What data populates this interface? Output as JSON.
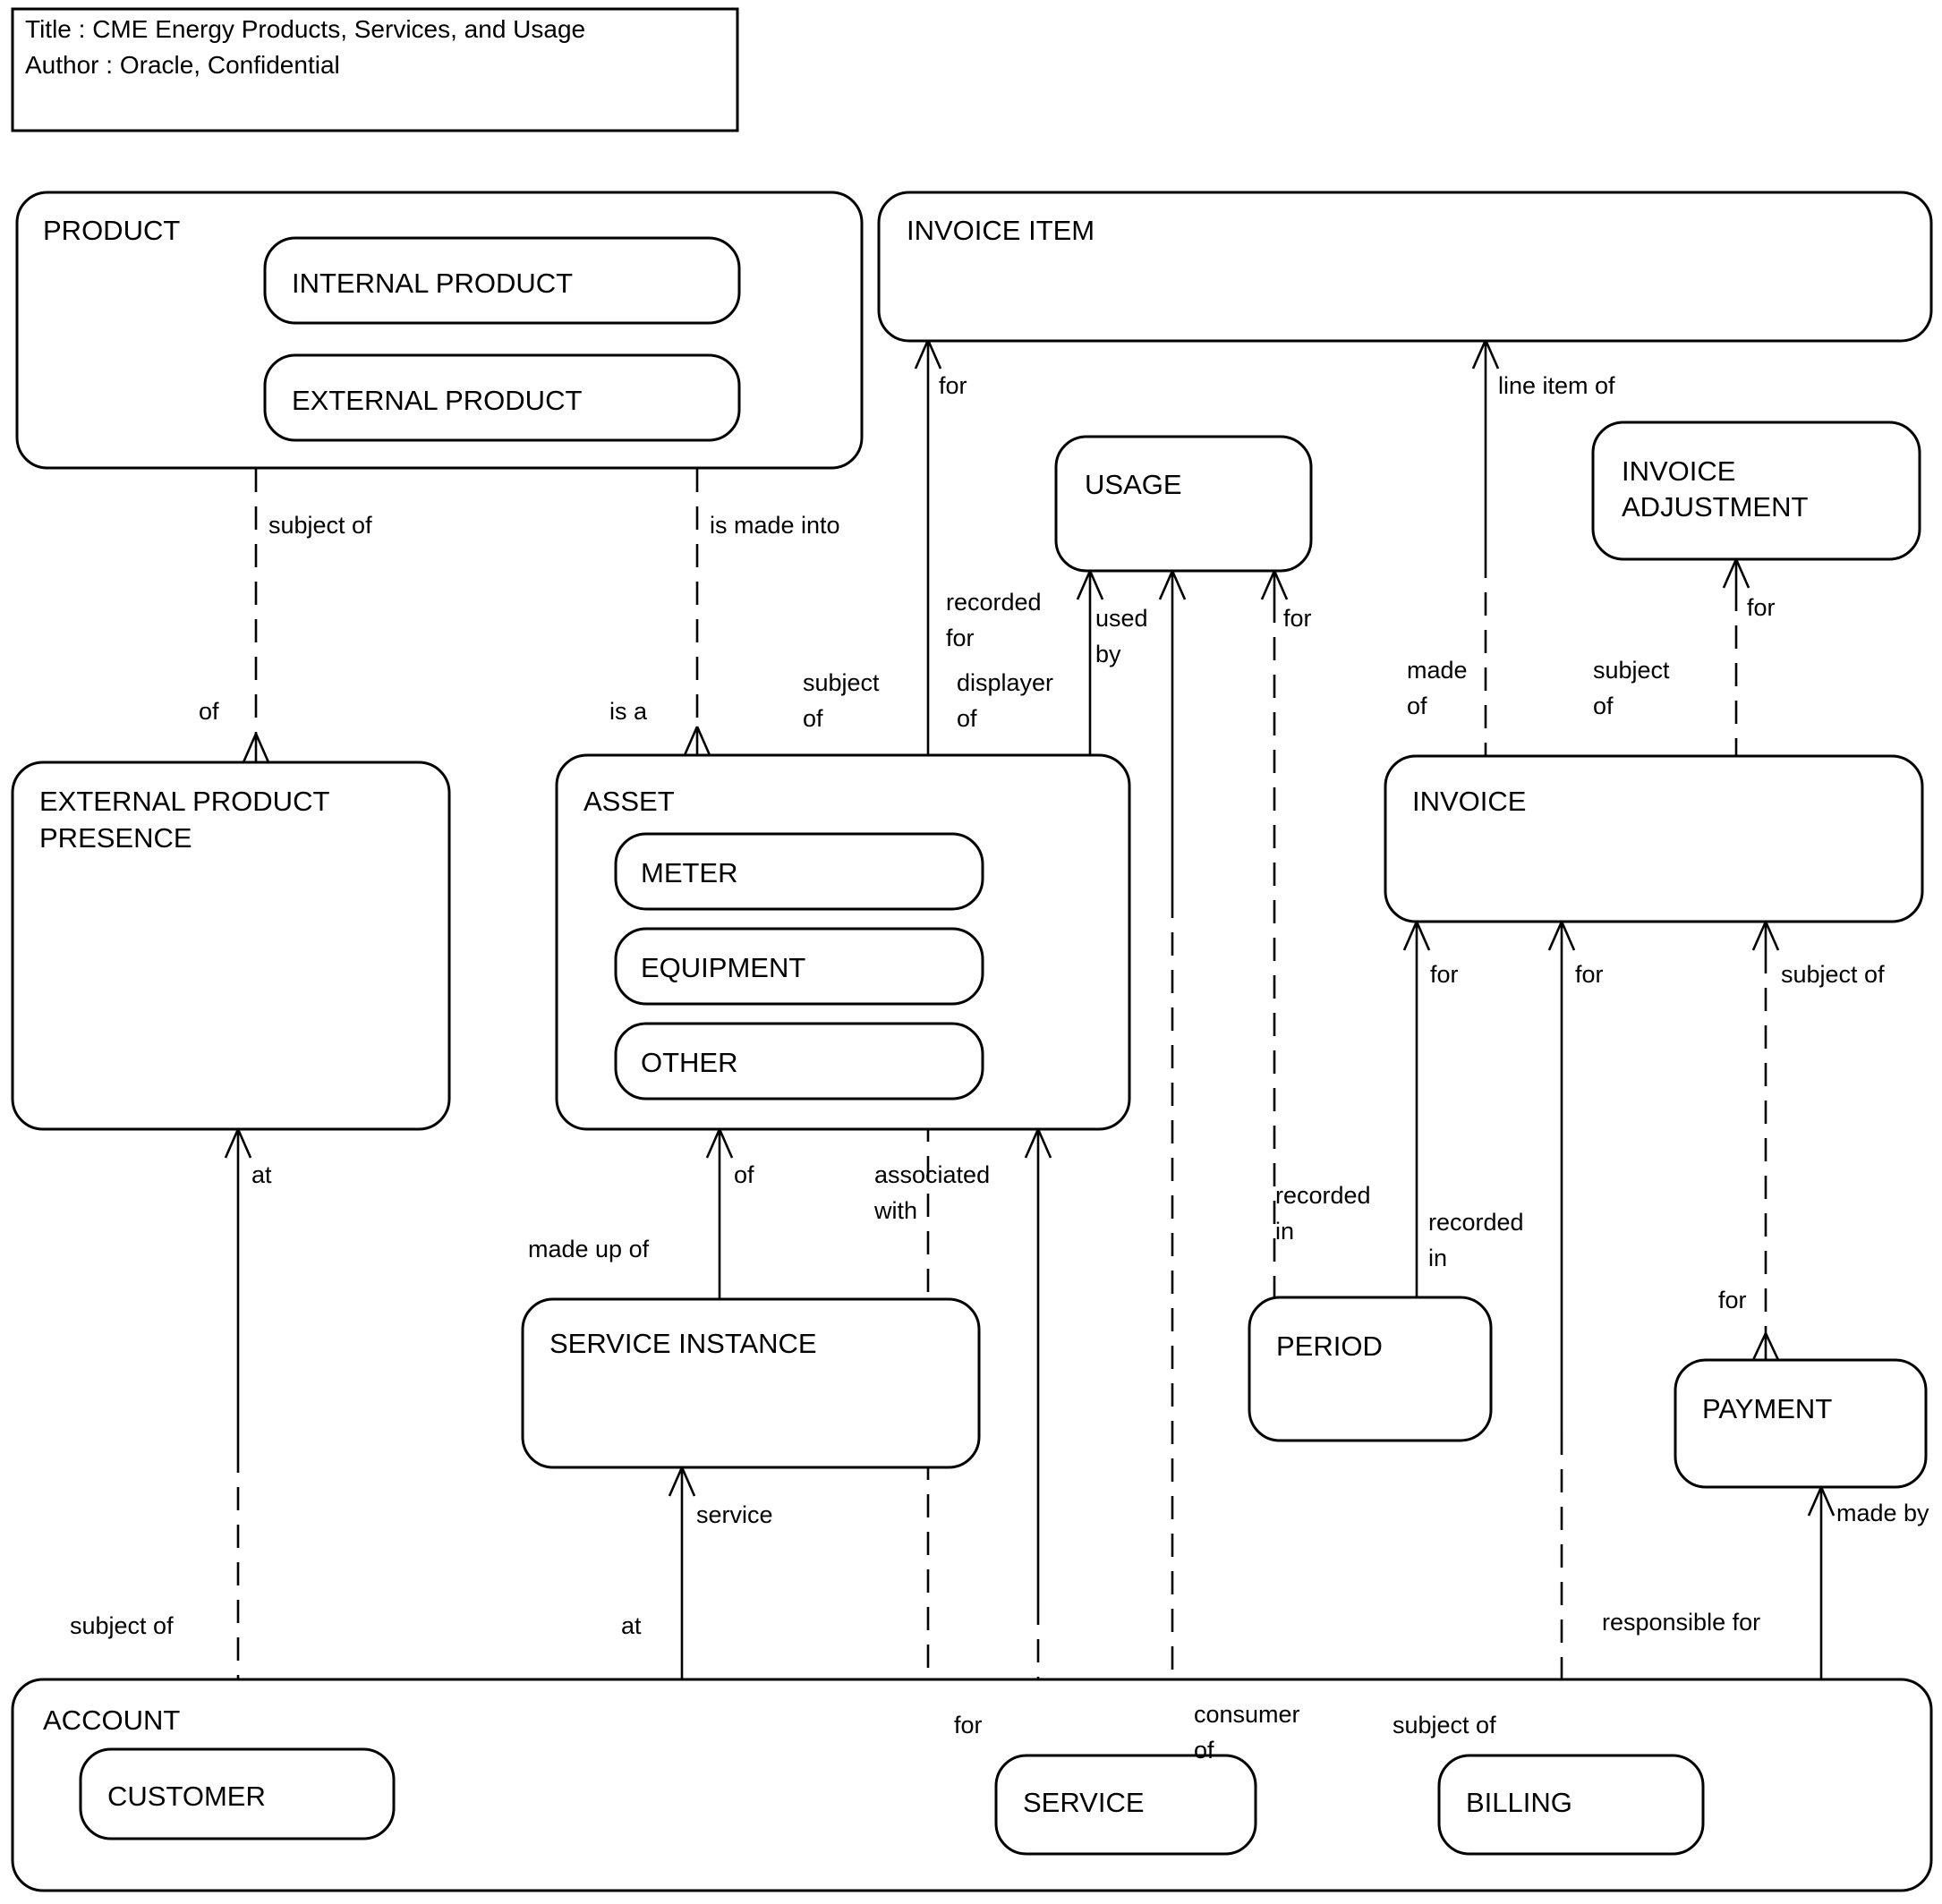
{
  "title_box": {
    "line1": "Title : CME Energy Products, Services, and Usage",
    "line2": "Author : Oracle, Confidential"
  },
  "entities": {
    "product": {
      "label": "PRODUCT",
      "sub": [
        {
          "label": "INTERNAL PRODUCT"
        },
        {
          "label": "EXTERNAL PRODUCT"
        }
      ]
    },
    "invoice_item": {
      "label": "INVOICE ITEM"
    },
    "usage": {
      "label": "USAGE"
    },
    "invoice_adjustment": {
      "label_line1": "INVOICE",
      "label_line2": "ADJUSTMENT"
    },
    "external_product_presence": {
      "label_line1": "EXTERNAL PRODUCT",
      "label_line2": "PRESENCE"
    },
    "asset": {
      "label": "ASSET",
      "sub": [
        {
          "label": "METER"
        },
        {
          "label": "EQUIPMENT"
        },
        {
          "label": "OTHER"
        }
      ]
    },
    "invoice": {
      "label": "INVOICE"
    },
    "service_instance": {
      "label": "SERVICE INSTANCE"
    },
    "period": {
      "label": "PERIOD"
    },
    "payment": {
      "label": "PAYMENT"
    },
    "account": {
      "label": "ACCOUNT",
      "sub": [
        {
          "label": "CUSTOMER"
        }
      ]
    },
    "service": {
      "label": "SERVICE"
    },
    "billing": {
      "label": "BILLING"
    }
  },
  "relationships": [
    {
      "id": "product-epp",
      "label": "subject of",
      "label2": "of"
    },
    {
      "id": "product-asset",
      "label": "is made into",
      "label2": "is a"
    },
    {
      "id": "invoiceitem-service",
      "label": "for",
      "label2": "recorded for",
      "label3": "displayer of"
    },
    {
      "id": "invoiceitem-invoice",
      "label": "line item of",
      "label2": "made of"
    },
    {
      "id": "usage-asset",
      "label": "used by"
    },
    {
      "id": "usage-service",
      "label": ""
    },
    {
      "id": "usage-period",
      "label": "for",
      "label2": "recorded in"
    },
    {
      "id": "invoiceadj-invoice",
      "label": "for",
      "label2": "subject of"
    },
    {
      "id": "asset-serviceinstance",
      "label": "of",
      "label2": "made up of"
    },
    {
      "id": "asset-service",
      "label": "associated with",
      "label3": "subject of"
    },
    {
      "id": "serviceinstance-account",
      "label": "service",
      "label2": "at"
    },
    {
      "id": "epp-account",
      "label": "at",
      "label2": "subject of"
    },
    {
      "id": "invoice-period",
      "label": "for",
      "label2": "recorded in"
    },
    {
      "id": "invoice-billing",
      "label": "for",
      "label2": "responsible for",
      "label3": "subject of"
    },
    {
      "id": "invoice-payment",
      "label": "subject of",
      "label2": "for"
    },
    {
      "id": "payment-account",
      "label": "made by"
    },
    {
      "id": "account-service",
      "label": "for"
    },
    {
      "id": "account-usage",
      "label": "consumer of"
    }
  ],
  "labels": {
    "subject_of": "subject of",
    "is_made_into": "is made into",
    "of": "of",
    "is_a": "is a",
    "for": "for",
    "recorded_for": "recorded",
    "recorded_for2": "for",
    "displayer_of": "displayer",
    "displayer_of2": "of",
    "line_item_of": "line item of",
    "used_by": "used",
    "used_by2": "by",
    "made_of": "made",
    "made_of2": "of",
    "subject_of_a": "subject",
    "subject_of_b": "of",
    "at": "at",
    "associated_with": "associated",
    "associated_with2": "with",
    "made_up_of": "made up of",
    "recorded_in": "recorded",
    "recorded_in2": "in",
    "service": "service",
    "made_by": "made by",
    "responsible_for": "responsible for",
    "consumer_of": "consumer",
    "consumer_of2": "of"
  },
  "colors": {
    "stroke": "#000000",
    "fill": "#ffffff"
  }
}
